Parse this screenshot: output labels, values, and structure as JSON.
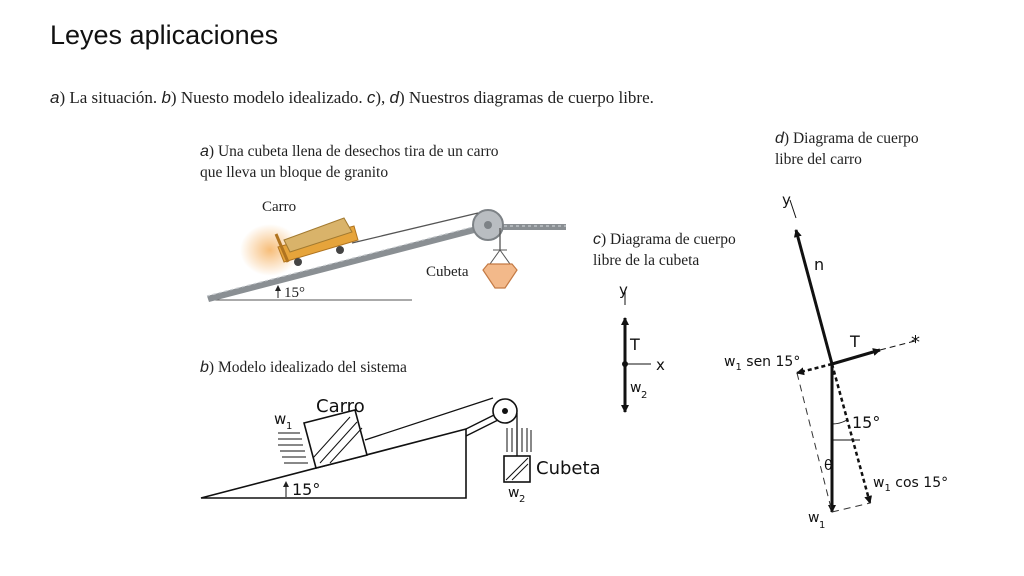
{
  "title": "Leyes aplicaciones",
  "caption": {
    "a": "a",
    "a_text": ") La situación. ",
    "b": "b",
    "b_text": ") Nuesto modelo idealizado. ",
    "c": "c",
    "c_sep": "), ",
    "d": "d",
    "d_text": ") Nuestros diagramas de cuerpo libre."
  },
  "panel_a": {
    "letter": "a",
    "line1": ") Una cubeta llena de desechos tira de un carro",
    "line2": "que lleva un bloque de granito",
    "label_cart": "Carro",
    "label_bucket": "Cubeta",
    "angle": "15°"
  },
  "panel_b": {
    "letter": "b",
    "title": ") Modelo idealizado del sistema",
    "label_cart": "Carro",
    "label_w1": "w",
    "label_w1_sub": "1",
    "label_bucket": "Cubeta",
    "label_w2": "w",
    "label_w2_sub": "2",
    "angle": "15°"
  },
  "panel_c": {
    "letter": "c",
    "line1": ") Diagrama de cuerpo",
    "line2": "libre de la cubeta",
    "axis_y": "y",
    "axis_x": "x",
    "label_T": "T",
    "label_w2": "w",
    "label_w2_sub": "2"
  },
  "panel_d": {
    "letter": "d",
    "line1": ") Diagrama de cuerpo",
    "line2": "libre del carro",
    "axis_y": "y",
    "label_n": "n",
    "label_T": "T",
    "label_x": "*",
    "label_w1": "w",
    "label_w1_sub": "1",
    "label_sen_prefix": "w",
    "label_sen_sub": "1",
    "label_sen": " sen 15°",
    "label_cos_prefix": "w",
    "label_cos_sub": "1",
    "label_cos": " cos 15°",
    "angle": "15°",
    "theta": "θ"
  }
}
